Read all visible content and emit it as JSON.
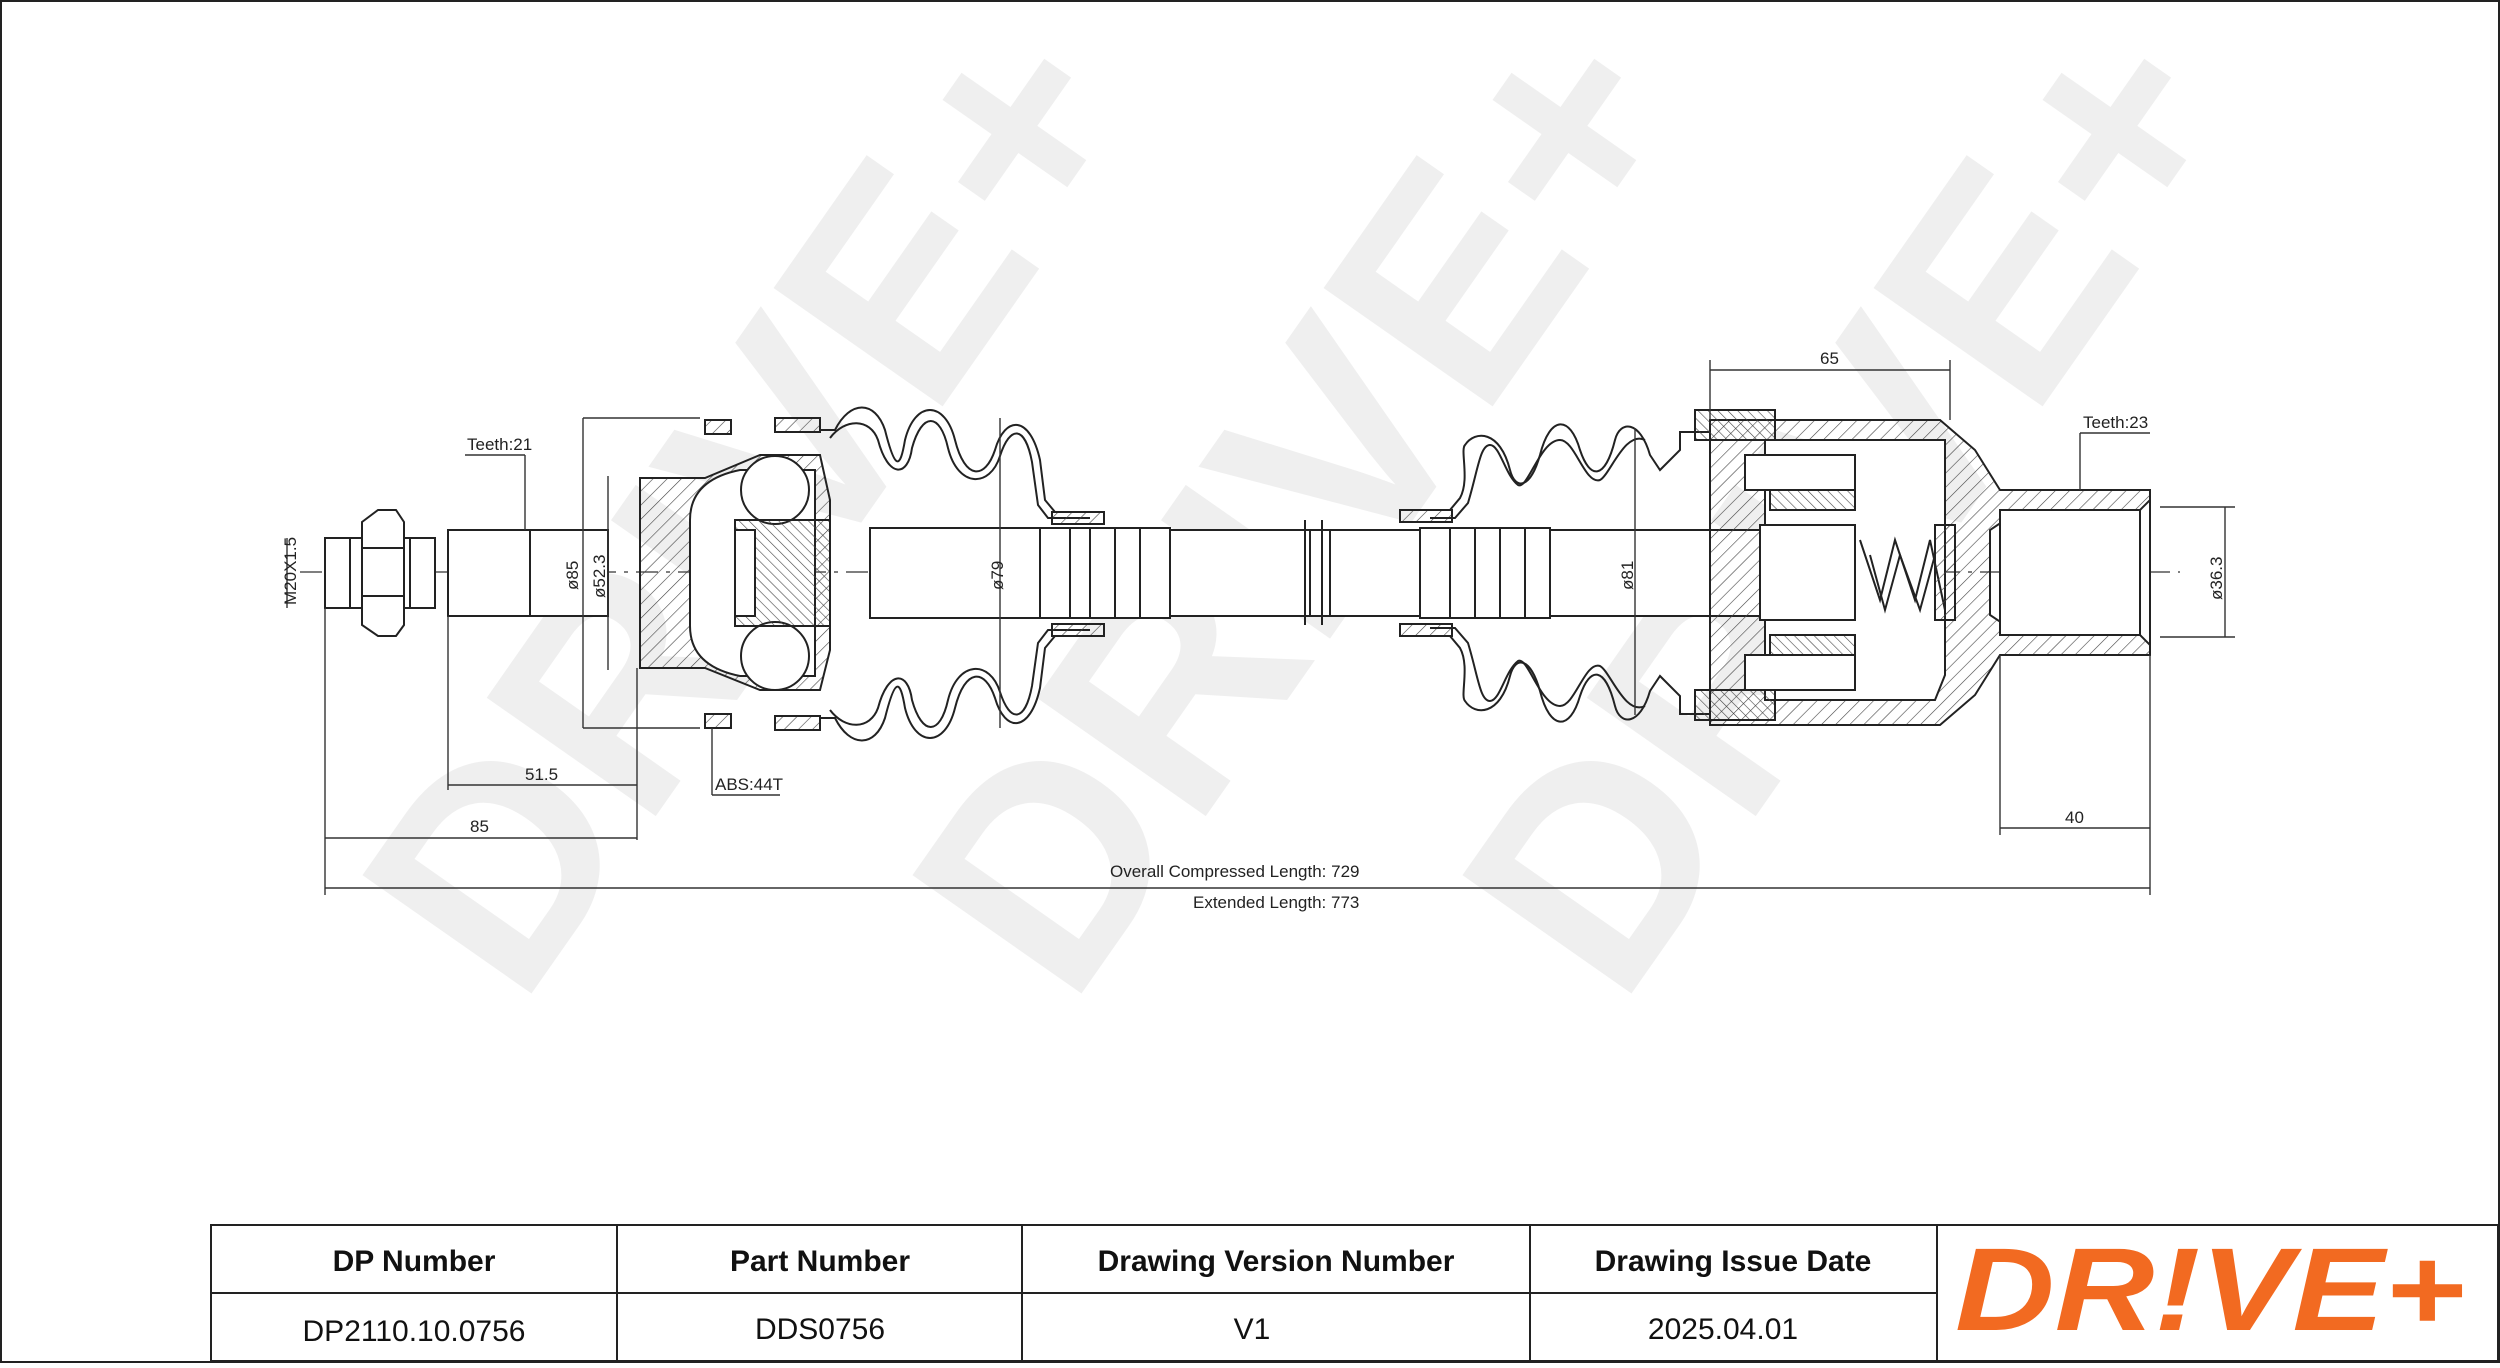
{
  "colors": {
    "accent": "#f26a21",
    "watermark": "#ededed",
    "line": "#222222"
  },
  "watermark": {
    "text": "DRIVE+"
  },
  "drawing": {
    "labels": {
      "teeth_left": "Teeth:21",
      "teeth_right": "Teeth:23",
      "thread": "M20X1.5",
      "dia_85": "ø85",
      "dia_52": "ø52.3",
      "dia_79": "ø79",
      "dia_81": "ø81",
      "dia_36": "ø36.3",
      "abs": "ABS:44T",
      "dim_51_5": "51.5",
      "dim_85": "85",
      "dim_65": "65",
      "dim_40": "40",
      "overall": "Overall  Compressed  Length: 729",
      "extended": "Extended  Length: 773"
    }
  },
  "title_block": {
    "headers": {
      "dp_number": "DP Number",
      "part_number": "Part Number",
      "version": "Drawing Version Number",
      "issue_date": "Drawing Issue Date"
    },
    "values": {
      "dp_number": "DP2110.10.0756",
      "part_number": "DDS0756",
      "version": "V1",
      "issue_date": "2025.04.01"
    },
    "logo_text": "DR!VE+"
  }
}
